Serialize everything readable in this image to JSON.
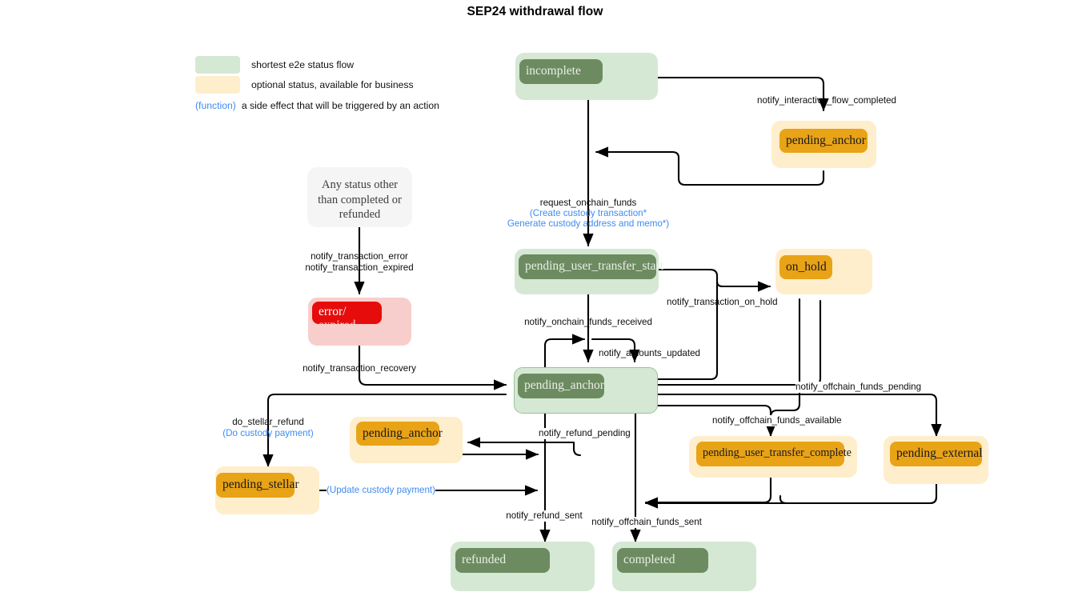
{
  "title": "SEP24 withdrawal flow",
  "colors": {
    "green_node": "#d5e8d4",
    "green_chip": "#6d8b60",
    "orange_node": "#ffeecc",
    "orange_chip": "#e8a317",
    "error_node": "#f8cecc",
    "error_chip": "#e60c0c",
    "note_node": "#f5f5f5",
    "function_text": "#3d8bf2",
    "edge": "#000000"
  },
  "legend": {
    "rows": [
      {
        "swatch": "green",
        "text": "shortest e2e status flow"
      },
      {
        "swatch": "orange",
        "text": "optional status, available for business"
      },
      {
        "prefix": "(function)",
        "text": "a side effect that will be triggered by an action"
      }
    ]
  },
  "nodes": {
    "incomplete": {
      "label": "incomplete",
      "kind": "green"
    },
    "pending_anchor_top": {
      "label": "pending_anchor",
      "kind": "orange"
    },
    "any_status_note": {
      "label": "Any status other than completed or refunded",
      "kind": "note"
    },
    "error_expired": {
      "label_line1": "error/",
      "label_line2": "expired",
      "kind": "error"
    },
    "pending_user_transfer_start": {
      "label": "pending_user_transfer_start",
      "kind": "green"
    },
    "on_hold": {
      "label": "on_hold",
      "kind": "orange"
    },
    "pending_anchor_center": {
      "label": "pending_anchor",
      "kind": "green"
    },
    "pending_anchor_refund": {
      "label": "pending_anchor",
      "kind": "orange"
    },
    "pending_stellar": {
      "label": "pending_stellar",
      "kind": "orange"
    },
    "pending_user_transfer_complete": {
      "label": "pending_user_transfer_complete",
      "kind": "orange"
    },
    "pending_external": {
      "label": "pending_external",
      "kind": "orange"
    },
    "refunded": {
      "label": "refunded",
      "kind": "green"
    },
    "completed": {
      "label": "completed",
      "kind": "green"
    }
  },
  "edge_labels": {
    "notify_interactive_flow_completed": "notify_interactive_flow_completed",
    "request_onchain_funds": "request_onchain_funds",
    "request_onchain_funds_fn1": "(Create custody transaction*",
    "request_onchain_funds_fn2": "Generate custody address and memo*)",
    "notify_transaction_error": "notify_transaction_error",
    "notify_transaction_expired": "notify_transaction_expired",
    "notify_transaction_recovery": "notify_transaction_recovery",
    "notify_onchain_funds_received": "notify_onchain_funds_received",
    "notify_amounts_updated": "notify_amounts_updated",
    "notify_transaction_on_hold": "notify_transaction_on_hold",
    "notify_offchain_funds_pending": "notify_offchain_funds_pending",
    "notify_offchain_funds_available": "notify_offchain_funds_available",
    "notify_refund_pending": "notify_refund_pending",
    "notify_refund_sent": "notify_refund_sent",
    "notify_offchain_funds_sent": "notify_offchain_funds_sent",
    "do_stellar_refund": "do_stellar_refund",
    "do_stellar_refund_fn": "(Do custody payment)",
    "update_custody_payment_fn": "(Update custody payment)"
  }
}
